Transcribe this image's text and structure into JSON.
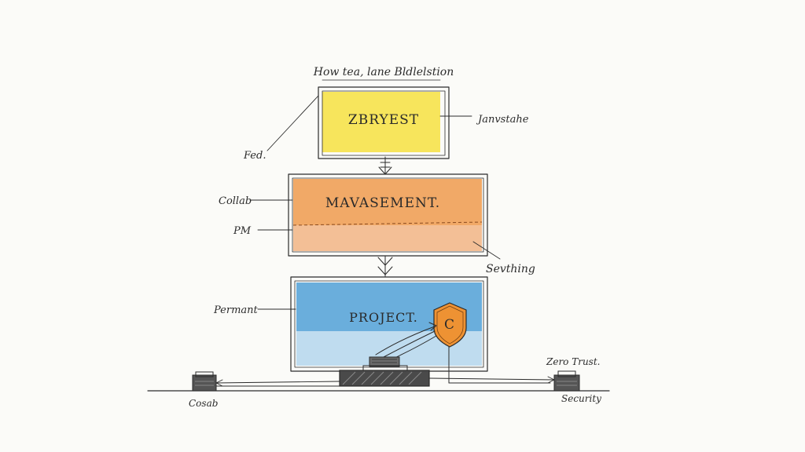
{
  "title": "How tea, lane Bldlelstion",
  "boxes": {
    "top": {
      "label": "ZBRYEST",
      "color": "#f6e24a"
    },
    "middle": {
      "label": "MAVASEMENT.",
      "color": "#ef9a4e"
    },
    "bottom": {
      "label": "PROJECT.",
      "color": "#5aa6d8"
    }
  },
  "annotations": {
    "janvstahe": "Janvstahe",
    "fed": "Fed.",
    "collab": "Collab",
    "pm": "PM",
    "sevthing": "Sevthing",
    "permant": "Permant",
    "zero_trust": "Zero Trust.",
    "security": "Security",
    "cosab": "Cosab"
  },
  "shield": {
    "letter": "C",
    "color": "#ee9233"
  },
  "icons": [
    "shield-icon",
    "server-icon"
  ]
}
